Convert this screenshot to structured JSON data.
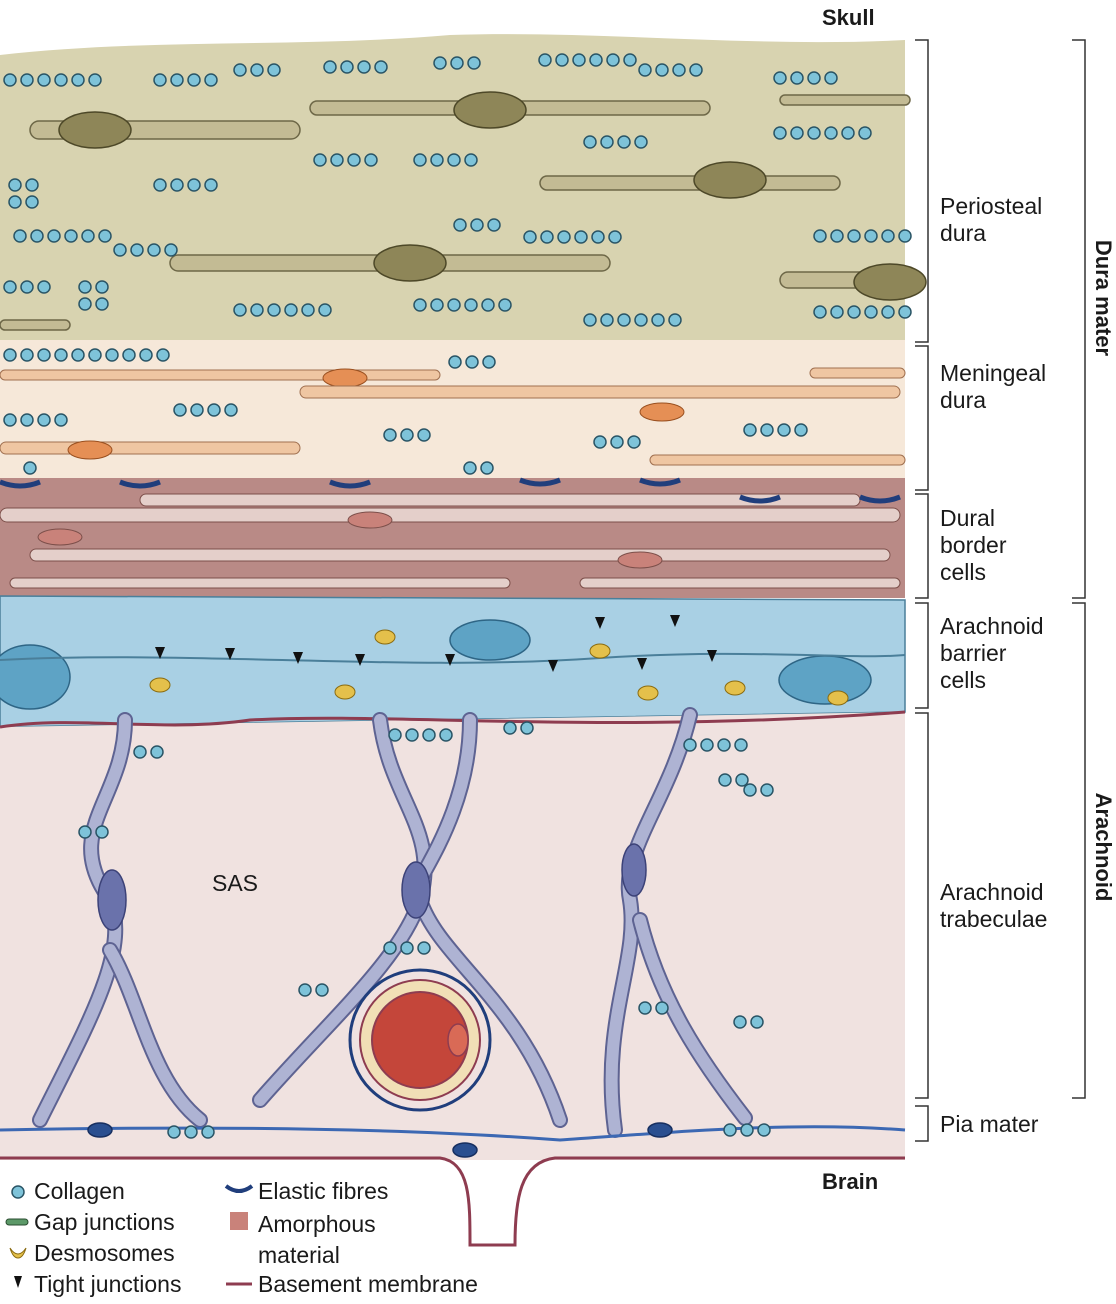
{
  "labels": {
    "skull": "Skull",
    "brain": "Brain",
    "sas": "SAS"
  },
  "layers": [
    {
      "id": "periosteal",
      "label": "Periosteal\ndura"
    },
    {
      "id": "meningeal",
      "label": "Meningeal\ndura"
    },
    {
      "id": "dural_border",
      "label": "Dural\nborder\ncells"
    },
    {
      "id": "arachnoid_barrier",
      "label": "Arachnoid\nbarrier\ncells"
    },
    {
      "id": "trabeculae",
      "label": "Arachnoid\ntrabeculae"
    },
    {
      "id": "pia",
      "label": "Pia mater"
    }
  ],
  "groups": {
    "dura": "Dura mater",
    "arachnoid": "Arachnoid"
  },
  "legend": [
    {
      "id": "collagen",
      "label": "Collagen",
      "icon": "collagen-circle-icon"
    },
    {
      "id": "gap",
      "label": "Gap junctions",
      "icon": "gap-junction-icon"
    },
    {
      "id": "desmosome",
      "label": "Desmosomes",
      "icon": "desmosome-icon"
    },
    {
      "id": "tight",
      "label": "Tight junctions",
      "icon": "tight-junction-icon"
    },
    {
      "id": "elastic",
      "label": "Elastic fibres",
      "icon": "elastic-fibre-icon"
    },
    {
      "id": "amorphous",
      "label": "Amorphous\nmaterial",
      "icon": "amorphous-square-icon"
    },
    {
      "id": "basement",
      "label": "Basement membrane",
      "icon": "basement-line-icon"
    }
  ],
  "colors": {
    "periosteal_bg": "#d8d3b0",
    "periosteal_cell": "#c3bb94",
    "nucleus_dark": "#8e8658",
    "meningeal_bg": "#f6e8d9",
    "meningeal_cell": "#efc6a2",
    "meningeal_nucleus": "#e58f55",
    "border_bg": "#b98a86",
    "border_cell": "#e4cfca",
    "arachnoid_bg": "#a9d0e4",
    "arachnoid_nucleus": "#5ea3c5",
    "sas_bg": "#f0e2e0",
    "trabecula": "#aeb3d3",
    "trabecula_nucleus": "#6a72ab",
    "collagen": "#7ec3d9",
    "gap": "#5c9968",
    "desmosome": "#e4c04b",
    "elastic": "#203e7c",
    "amorphous": "#c9827a",
    "basement": "#8e3c50",
    "vessel": "#c4463a",
    "pia_cell": "#3c68b3"
  }
}
